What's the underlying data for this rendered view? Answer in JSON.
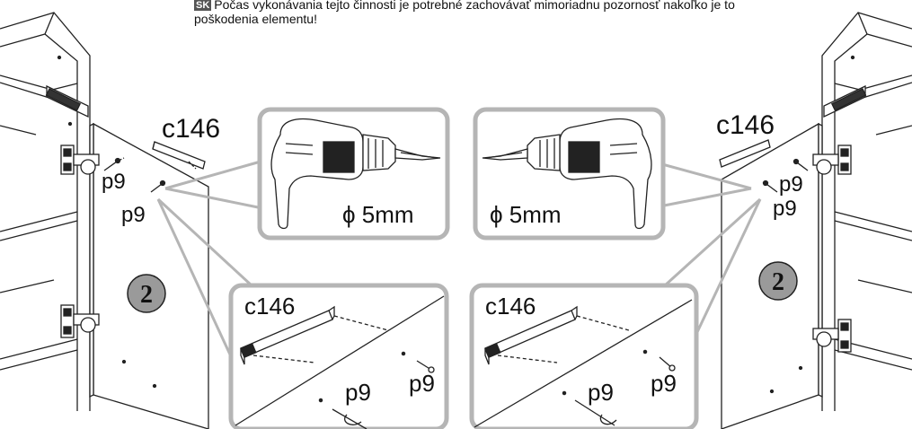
{
  "note": {
    "lang_badge": "SK",
    "line1": "Počas vykonávania tejto činnosti je potrebné zachovávať mimoriadnu pozornosť nakoľko je to",
    "line2": "poškodenia elementu!"
  },
  "labels": {
    "handle_left": "c146",
    "handle_right": "c146",
    "handle_detail_left": "c146",
    "handle_detail_right": "c146",
    "screw_left_a": "p9",
    "screw_left_b": "p9",
    "screw_right_a": "p9",
    "screw_right_b": "p9",
    "screw_detail_left_a": "p9",
    "screw_detail_left_b": "p9",
    "screw_detail_right_a": "p9",
    "screw_detail_right_b": "p9",
    "drill_left_size": "ϕ 5mm",
    "drill_right_size": "ϕ 5mm",
    "door_left_number": "2",
    "door_right_number": "2"
  },
  "colors": {
    "callout_border": "#b5b5b5",
    "line": "#222222",
    "number_badge": "#9a9a9a"
  }
}
